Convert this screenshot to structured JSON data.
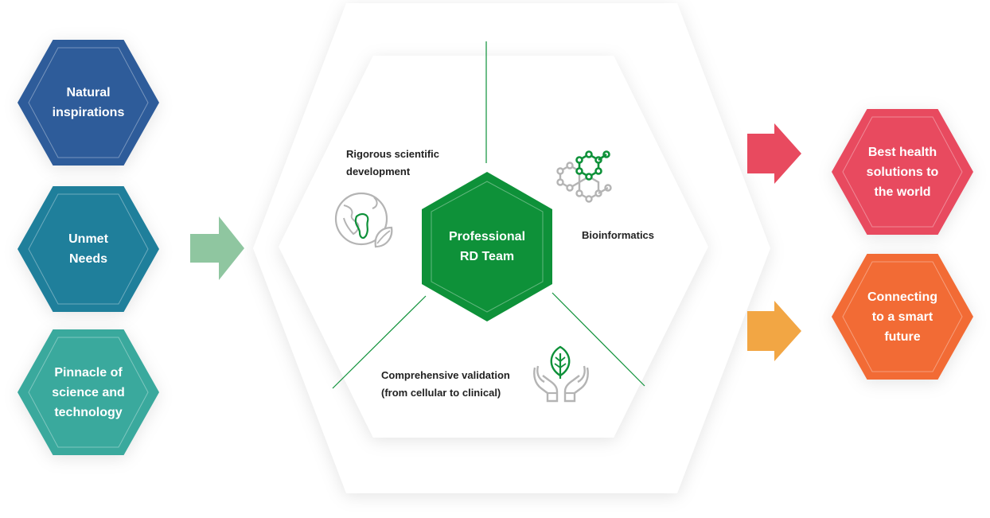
{
  "left_hexagons": [
    {
      "lines": [
        "Natural",
        "inspirations"
      ],
      "color": "#2e5c9a"
    },
    {
      "lines": [
        "Unmet",
        "Needs"
      ],
      "color": "#1f7f9b"
    },
    {
      "lines": [
        "Pinnacle of",
        "science and",
        "technology"
      ],
      "color": "#3aa99d"
    }
  ],
  "center": {
    "core_lines": [
      "Professional",
      "RD Team"
    ],
    "core_color": "#0e9139",
    "pillars": [
      {
        "lines": [
          "Rigorous scientific",
          "development"
        ],
        "icon": "globe-leaf-icon"
      },
      {
        "lines": [
          "Bioinformatics"
        ],
        "icon": "molecule-icon"
      },
      {
        "lines": [
          "Comprehensive validation",
          "(from cellular to clinical)"
        ],
        "icon": "hands-leaf-icon"
      }
    ]
  },
  "right_hexagons": [
    {
      "lines": [
        "Best health",
        "solutions to",
        "the world"
      ],
      "color": "#e84a5f"
    },
    {
      "lines": [
        "Connecting",
        "to a smart",
        "future"
      ],
      "color": "#f26b35"
    }
  ],
  "arrow_colors": {
    "input": "#8fc6a0",
    "top_output": "#e84a5f",
    "bottom_output": "#f2a644"
  }
}
